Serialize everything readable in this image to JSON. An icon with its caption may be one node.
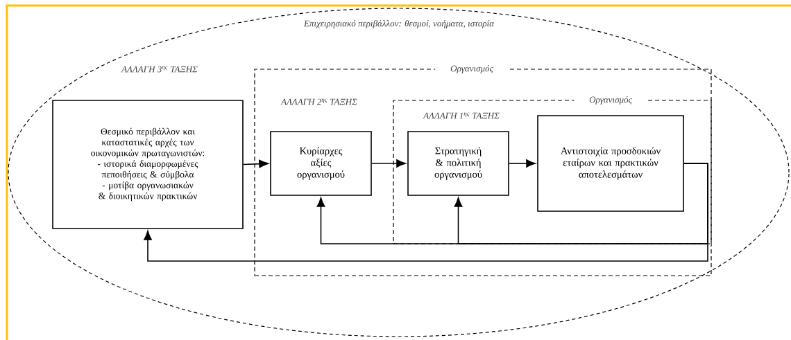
{
  "diagram": {
    "nodes": [
      {
        "text": [
          "Επιχειρησιακό περιβάλλον: θεσμοί, νοήματα, ιστορία",
          "ΑΛΛΑΓΗ 3$^{ης}$ ΤΑΞΗΣ"
        ]
      },
      {
        "text": [
          "Οργανισμός",
          "ΑΛΛΑΓΗ 2$^{ης}$ ΤΑΞΗΣ"
        ],
        "in": 0
      },
      {
        "text": [
          "Οργανισμός",
          "ΑΛΛΑΓΗ 1$^{ης}$ ΤΑΞΗΣ"
        ],
        "in": 1
      },
      {
        "text": [
          "Θεσμικό περιβάλλον και καταστατικές αρχές των οικονομικών πρωταγωνιστών:",
          "- ιστορικά διαμορφωμένες πεποιθήσεις & σύμβολα",
          "- μοτίβα οργανωσιακών & διοικητικών πρακτικών"
        ],
        "in": 0
      },
      {
        "text": [
          "Κυρίαρχες αξίες οργανισμού"
        ],
        "in": 1
      },
      {
        "text": [
          "Στρατηγική & πολιτική οργανισμού"
        ],
        "in": 2
      },
      {
        "text": [
          "Αντιστοιχία προσδοκιών εταίρων και πρακτικών αποτελεσμάτων"
        ],
        "in": 2
      }
    ],
    "edges": [
      {
        "from": 3,
        "to": 4,
        "arrow": "to"
      },
      {
        "from": 4,
        "to": 5,
        "arrow": "to"
      },
      {
        "from": 5,
        "to": 6,
        "arrow": "to"
      },
      {
        "from": 6,
        "to": 5,
        "arrow": "to"
      },
      {
        "from": 6,
        "to": 4,
        "arrow": "to"
      },
      {
        "from": 6,
        "to": 3,
        "arrow": "to"
      }
    ]
  }
}
